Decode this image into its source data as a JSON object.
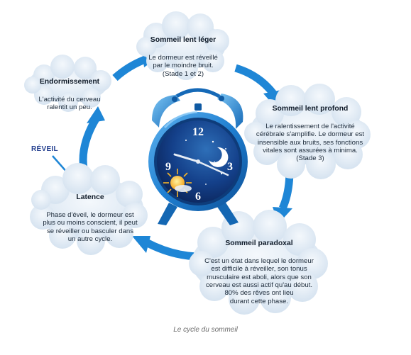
{
  "stages": {
    "leger": {
      "title": "Sommeil lent léger",
      "text": "Le dormeur est réveillé\npar le moindre bruit.\n(Stade 1 et 2)"
    },
    "endormissement": {
      "title": "Endormissement",
      "text": "L'activité du cerveau\nralentit un peu."
    },
    "profond": {
      "title": "Sommeil lent profond",
      "text": "Le ralentissement de l'activité\ncérébrale s'amplifie. Le dormeur est\ninsensible aux bruits, ses fonctions\nvitales sont assurées à minima.\n(Stade 3)"
    },
    "latence": {
      "title": "Latence",
      "text": "Phase d'éveil, le dormeur est\nplus ou moins conscient, il peut\nse réveiller ou basculer dans\nun autre cycle."
    },
    "paradoxal": {
      "title": "Sommeil paradoxal",
      "text": "C'est un état dans lequel le dormeur\nest difficile à réveiller, son tonus\nmusculaire est aboli, alors que son\ncerveau est aussi actif qu'au début.\n80% des rêves ont lieu\ndurant cette phase."
    }
  },
  "reveil_label": "RÉVEIL",
  "clock": {
    "numerals": [
      "12",
      "3",
      "6",
      "9"
    ]
  },
  "caption": "Le cycle du sommeil",
  "colors": {
    "arrow": "#1e86d6",
    "cloud": "#dce8f3",
    "clock_body": "#1f7fd1",
    "clock_face_dark": "#0d2858",
    "reveil": "#25408f"
  }
}
